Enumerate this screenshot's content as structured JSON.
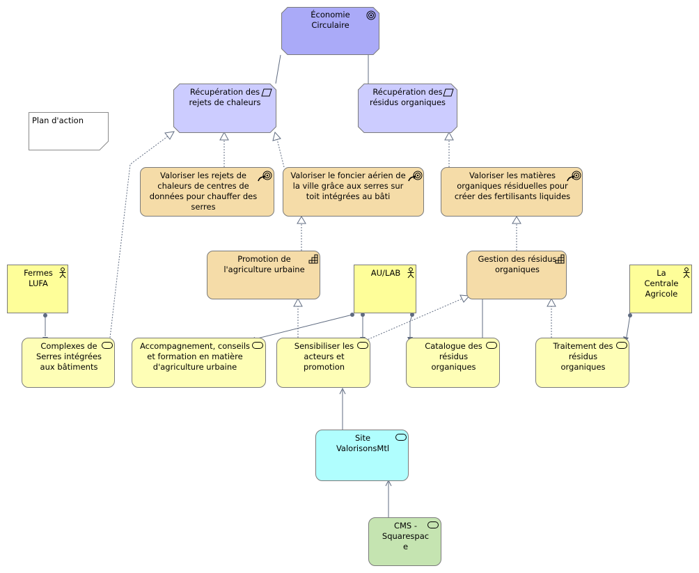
{
  "nodes": {
    "economie_circulaire": {
      "label": "Économie\nCirculaire"
    },
    "recup_chaleurs": {
      "label": "Récupération des\nrejets de chaleurs"
    },
    "recup_residus": {
      "label": "Récupération des\nrésidus organiques"
    },
    "plan_action": {
      "label": "Plan d'action"
    },
    "valoriser_chaleurs": {
      "label": "Valoriser les rejets de\nchaleurs de centres de\ndonnées pour chauffer des\nserres"
    },
    "valoriser_foncier": {
      "label": "Valoriser le foncier aérien de\nla ville grâce aux serres sur\ntoit intégrées au bâti"
    },
    "valoriser_matieres": {
      "label": "Valoriser les matières\norganiques résiduelles pour\ncréer des fertilisants liquides"
    },
    "promotion_agri": {
      "label": "Promotion de\nl'agriculture urbaine"
    },
    "gestion_residus": {
      "label": "Gestion des résidus\norganiques"
    },
    "fermes_lufa": {
      "label": "Fermes\nLUFA"
    },
    "au_lab": {
      "label": "AU/LAB"
    },
    "centrale_agricole": {
      "label": "La\nCentrale\nAgricole"
    },
    "complexes_serres": {
      "label": "Complexes de\nSerres intégrées\naux bâtiments"
    },
    "accompagnement": {
      "label": "Accompagnement, conseils\net formation en matière\nd'agriculture urbaine"
    },
    "sensibiliser": {
      "label": "Sensibiliser les\nacteurs et\npromotion"
    },
    "catalogue": {
      "label": "Catalogue des\nrésidus\norganiques"
    },
    "traitement": {
      "label": "Traitement des\nrésidus\norganiques"
    },
    "site_valorisons": {
      "label": "Site\nValorisonsMtl"
    },
    "cms_squarespace": {
      "label": "CMS -\nSquarespac\ne"
    }
  },
  "colors": {
    "goal": "#aaaaf8",
    "outcome": "#ccccff",
    "course_of_action": "#f5dca8",
    "business_service": "#fefeb6",
    "application_service": "#b0fefe",
    "technology_service": "#c5e4b1",
    "actor": "#fefe99",
    "relationship": "#5f6b80"
  },
  "icons": {
    "goal": "target-icon",
    "outcome": "parallelogram-icon",
    "course_of_action": "aimed-target-icon",
    "capability": "capability-steps-icon",
    "actor": "stick-figure-icon",
    "service": "rounded-service-icon"
  }
}
